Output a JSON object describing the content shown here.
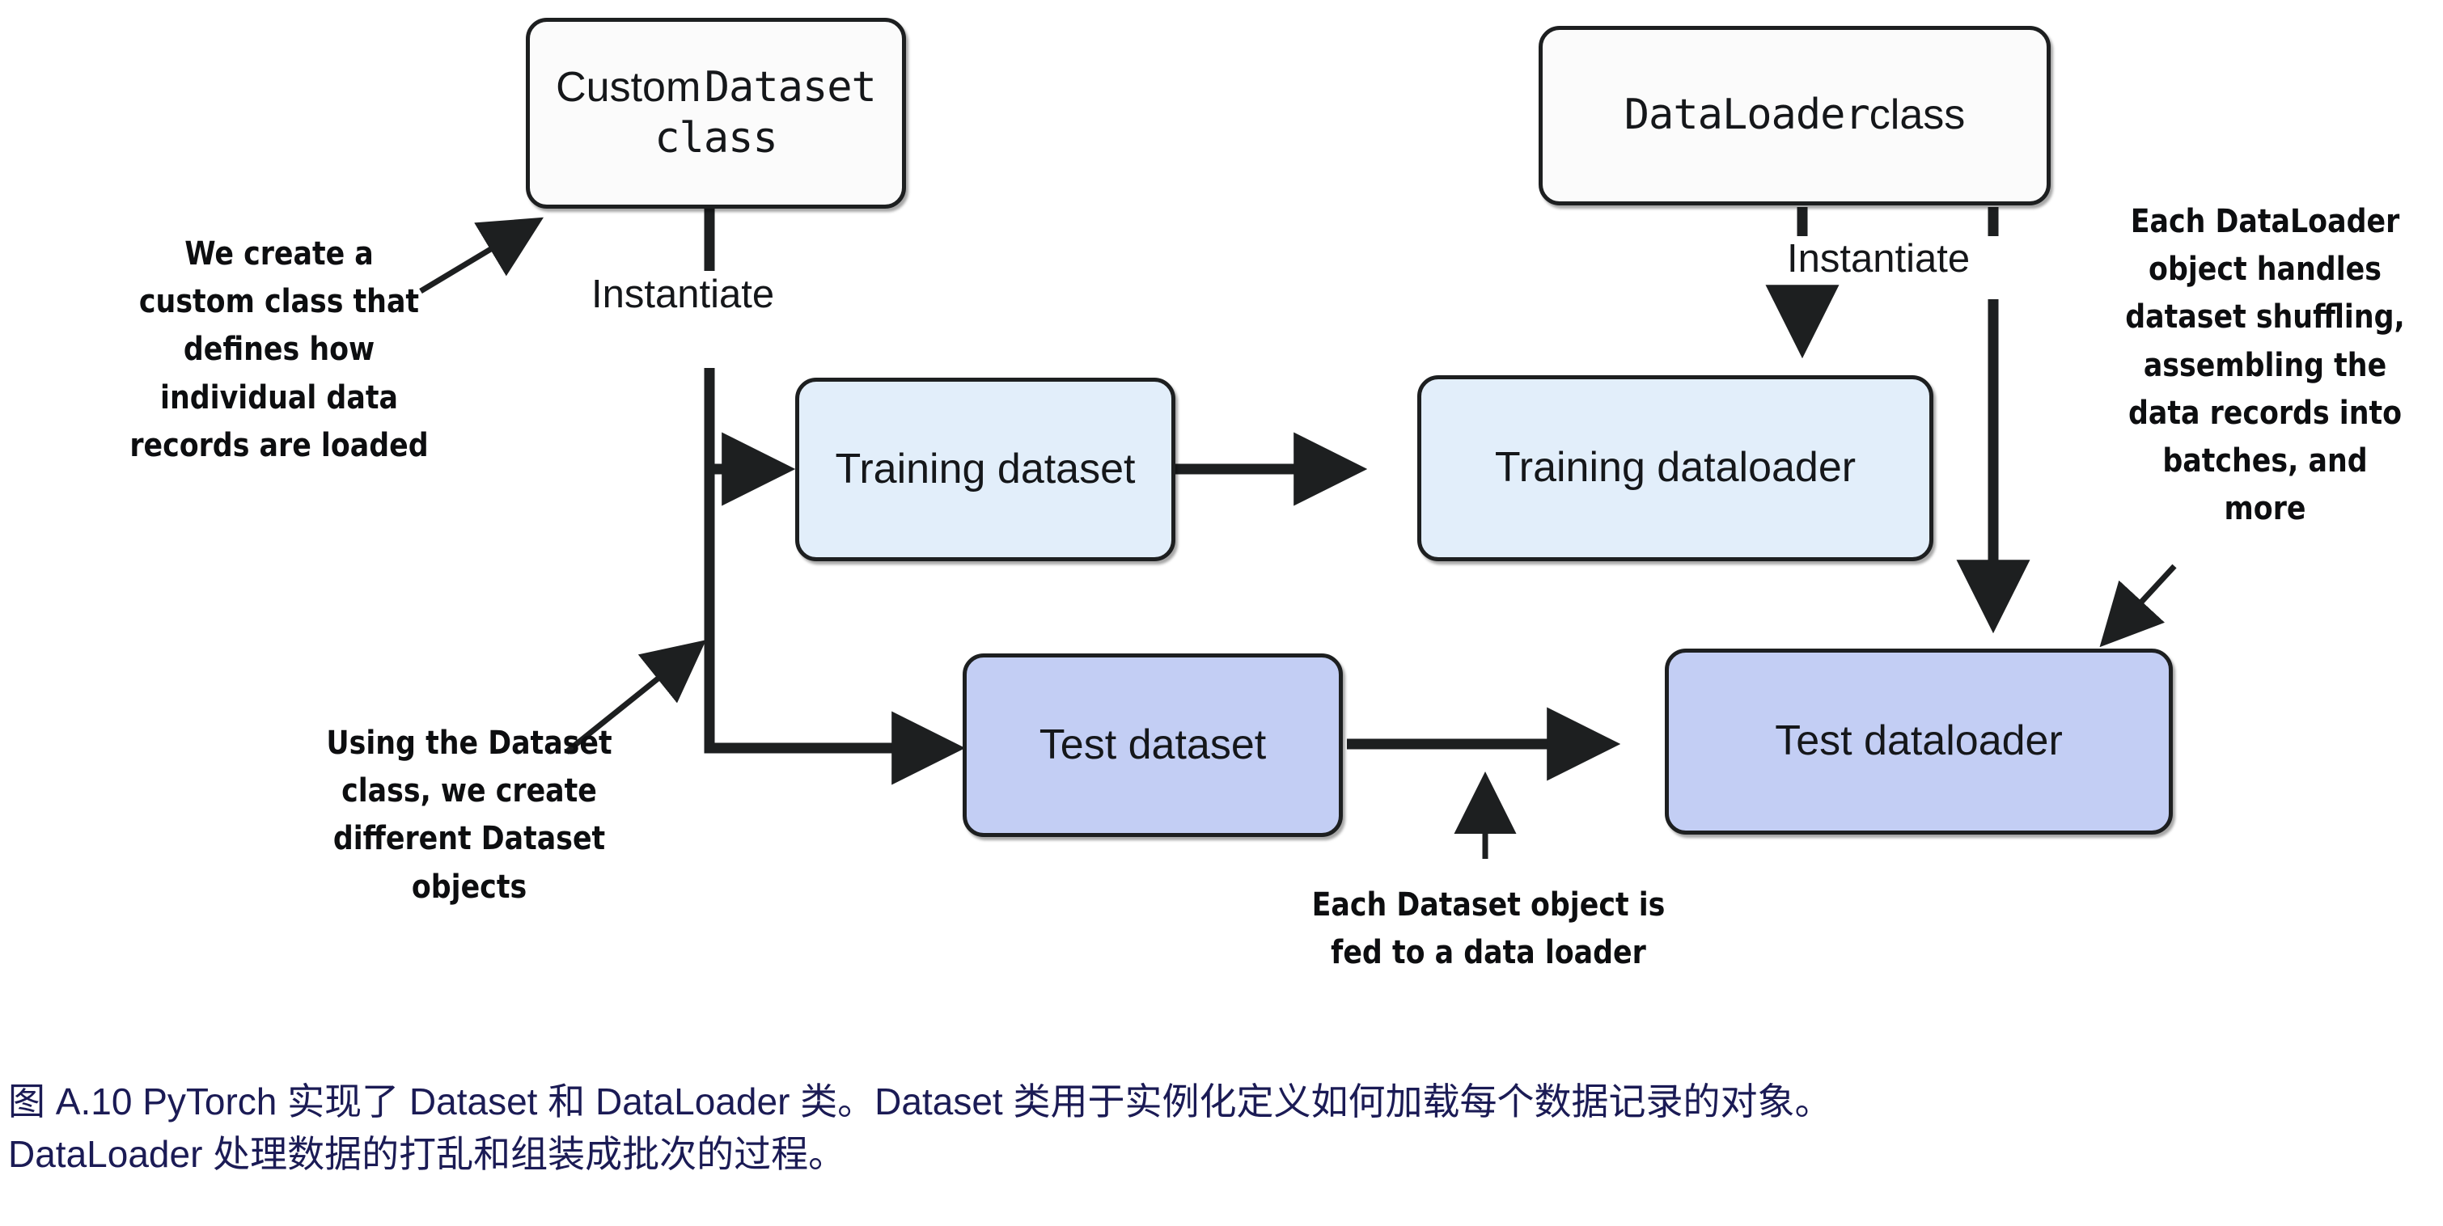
{
  "figure": {
    "title": "PyTorch Dataset and DataLoader class diagram",
    "boxes": {
      "custom_dataset_class": {
        "line1": "Custom",
        "line2": "Dataset class"
      },
      "dataloader_class": {
        "line1": "DataLoader",
        "line2": "class"
      },
      "training_dataset": {
        "label": "Training dataset"
      },
      "training_dataloader": {
        "label": "Training dataloader"
      },
      "test_dataset": {
        "label": "Test dataset"
      },
      "test_dataloader": {
        "label": "Test dataloader"
      }
    },
    "edge_labels": {
      "instantiate_left": "Instantiate",
      "instantiate_right": "Instantiate"
    },
    "annotations": {
      "create_custom_class": [
        "We create a",
        "custom class that",
        "defines how",
        "individual data",
        "records are loaded"
      ],
      "using_dataset_class": [
        "Using the Dataset",
        "class, we create",
        "different Dataset",
        "objects"
      ],
      "each_dataloader": [
        "Each DataLoader",
        "object handles",
        "dataset shuffling,",
        "assembling the",
        "data records into",
        "batches, and more"
      ],
      "each_dataset_fed": [
        "Each Dataset object is",
        "fed to a data loader"
      ]
    },
    "caption": [
      "图 A.10 PyTorch 实现了 Dataset 和 DataLoader 类。Dataset 类用于实例化定义如何加载每个数据记录的对象。",
      "DataLoader 处理数据的打乱和组装成批次的过程。"
    ],
    "colors": {
      "box_white": "#fbfbfb",
      "box_light_blue": "#e2eefa",
      "box_mid_blue": "#c3cef4",
      "stroke": "#1d1f20",
      "caption_text": "#1b1b55",
      "annotation_text": "#0d0e10"
    }
  }
}
